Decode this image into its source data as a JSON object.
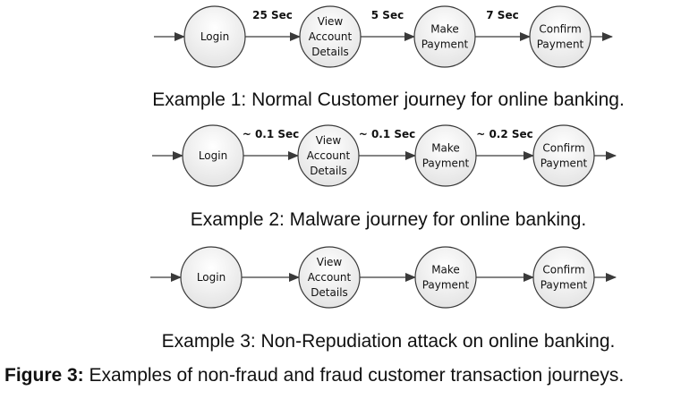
{
  "examples": [
    {
      "steps": [
        {
          "lines": [
            "Login"
          ]
        },
        {
          "lines": [
            "View",
            "Account",
            "Details"
          ]
        },
        {
          "lines": [
            "Make",
            "Payment"
          ]
        },
        {
          "lines": [
            "Confirm",
            "Payment"
          ]
        }
      ],
      "edge_labels": [
        "25 Sec",
        "5 Sec",
        "7 Sec"
      ],
      "caption": "Example 1: Normal Customer journey for online banking."
    },
    {
      "steps": [
        {
          "lines": [
            "Login"
          ]
        },
        {
          "lines": [
            "View",
            "Account",
            "Details"
          ]
        },
        {
          "lines": [
            "Make",
            "Payment"
          ]
        },
        {
          "lines": [
            "Confirm",
            "Payment"
          ]
        }
      ],
      "edge_labels": [
        "~ 0.1 Sec",
        "~ 0.1 Sec",
        "~ 0.2 Sec"
      ],
      "caption": "Example 2: Malware journey for online banking."
    },
    {
      "steps": [
        {
          "lines": [
            "Login"
          ]
        },
        {
          "lines": [
            "View",
            "Account",
            "Details"
          ]
        },
        {
          "lines": [
            "Make",
            "Payment"
          ]
        },
        {
          "lines": [
            "Confirm",
            "Payment"
          ]
        }
      ],
      "edge_labels": [],
      "caption": "Example 3: Non-Repudiation attack on online banking."
    }
  ],
  "figure_caption": {
    "label": "Figure 3:",
    "text": " Examples of non-fraud and fraud customer transaction journeys."
  },
  "colors": {
    "stroke": "#3a3a3a",
    "node_fill_top": "#ffffff",
    "node_fill_bottom": "#e4e4e4",
    "text": "#111111"
  }
}
